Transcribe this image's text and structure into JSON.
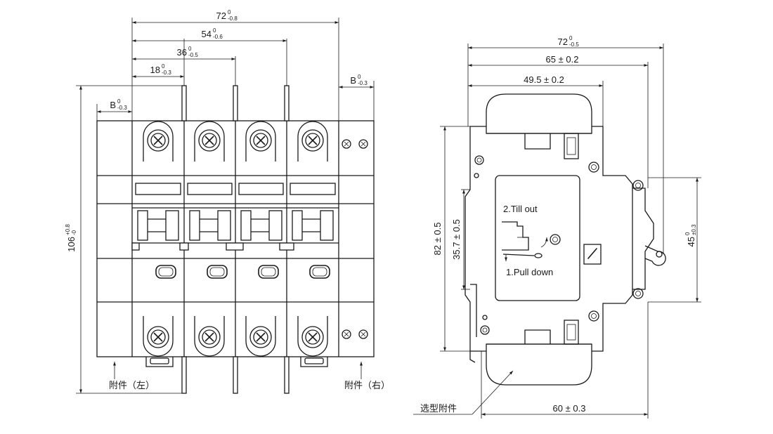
{
  "front_view": {
    "dims": {
      "d72": {
        "nominal": "72",
        "tol_upper": "0",
        "tol_lower": "-0.8"
      },
      "d54": {
        "nominal": "54",
        "tol_upper": "0",
        "tol_lower": "-0.6"
      },
      "d36": {
        "nominal": "36",
        "tol_upper": "0",
        "tol_lower": "-0.5"
      },
      "d18": {
        "nominal": "18",
        "tol_upper": "0",
        "tol_lower": "-0.3"
      },
      "b_left": {
        "nominal": "B",
        "tol_upper": "0",
        "tol_lower": "-0.3"
      },
      "b_right": {
        "nominal": "B",
        "tol_upper": "0",
        "tol_lower": "-0.3"
      },
      "h106": {
        "nominal": "106",
        "tol_upper": "+0.8",
        "tol_lower": "-0"
      }
    },
    "labels": {
      "accessory_left": "附件（左）",
      "accessory_right": "附件（右）"
    }
  },
  "side_view": {
    "dims": {
      "w72": {
        "nominal": "72",
        "tol_upper": "0",
        "tol_lower": "-0.5"
      },
      "w65": "65 ± 0.2",
      "w49_5": "49.5 ± 0.2",
      "h82": "82 ± 0.5",
      "h35_7": "35.7 ± 0.5",
      "h45": {
        "nominal": "45",
        "tol_upper": "0",
        "tol_lower": "±0.3"
      },
      "w60": "60 ± 0.3"
    },
    "labels": {
      "step2": "2.Till out",
      "step1": "1.Pull down",
      "optional_accessory": "选型附件"
    }
  }
}
